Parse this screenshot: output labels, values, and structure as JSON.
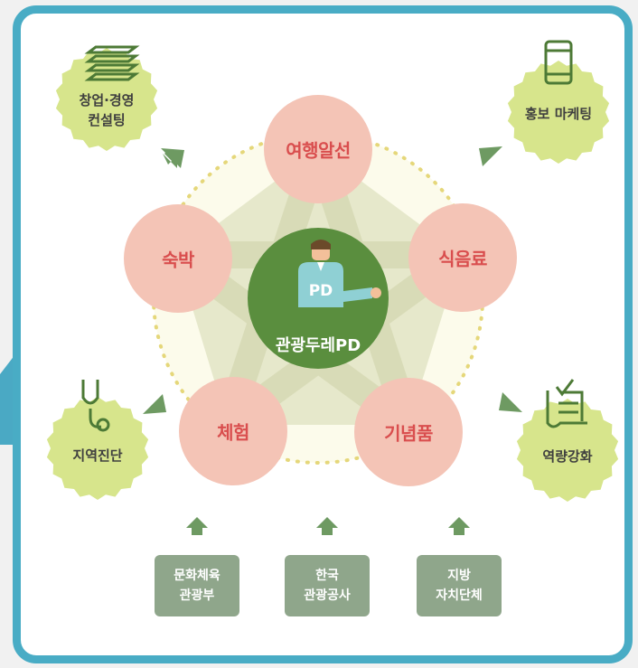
{
  "center": {
    "label": "관광두레PD",
    "badge": "PD"
  },
  "services": [
    {
      "id": "travel",
      "label": "여행알선"
    },
    {
      "id": "food",
      "label": "식음료"
    },
    {
      "id": "souvenir",
      "label": "기념품"
    },
    {
      "id": "experience",
      "label": "체험"
    },
    {
      "id": "lodging",
      "label": "숙박"
    }
  ],
  "support": [
    {
      "id": "consulting",
      "lines": [
        "창업·경영",
        "컨설팅"
      ],
      "icon": "stacked-papers-icon"
    },
    {
      "id": "marketing",
      "lines": [
        "홍보 마케팅"
      ],
      "icon": "smartphone-icon"
    },
    {
      "id": "diagnosis",
      "lines": [
        "지역진단"
      ],
      "icon": "stethoscope-icon"
    },
    {
      "id": "capacity",
      "lines": [
        "역량강화"
      ],
      "icon": "checklist-icon"
    }
  ],
  "agencies": [
    {
      "id": "ministry",
      "lines": [
        "문화체육",
        "관광부"
      ]
    },
    {
      "id": "kto",
      "lines": [
        "한국",
        "관광공사"
      ]
    },
    {
      "id": "local-gov",
      "lines": [
        "지방",
        "자치단체"
      ]
    }
  ],
  "colors": {
    "frame": "#49acc5",
    "service_circle": "#f4c4b6",
    "service_text": "#d94e4e",
    "center": "#5a8e3e",
    "badge": "#d7e58c",
    "agency": "#8fa68b",
    "arrow": "#6e9a62"
  }
}
